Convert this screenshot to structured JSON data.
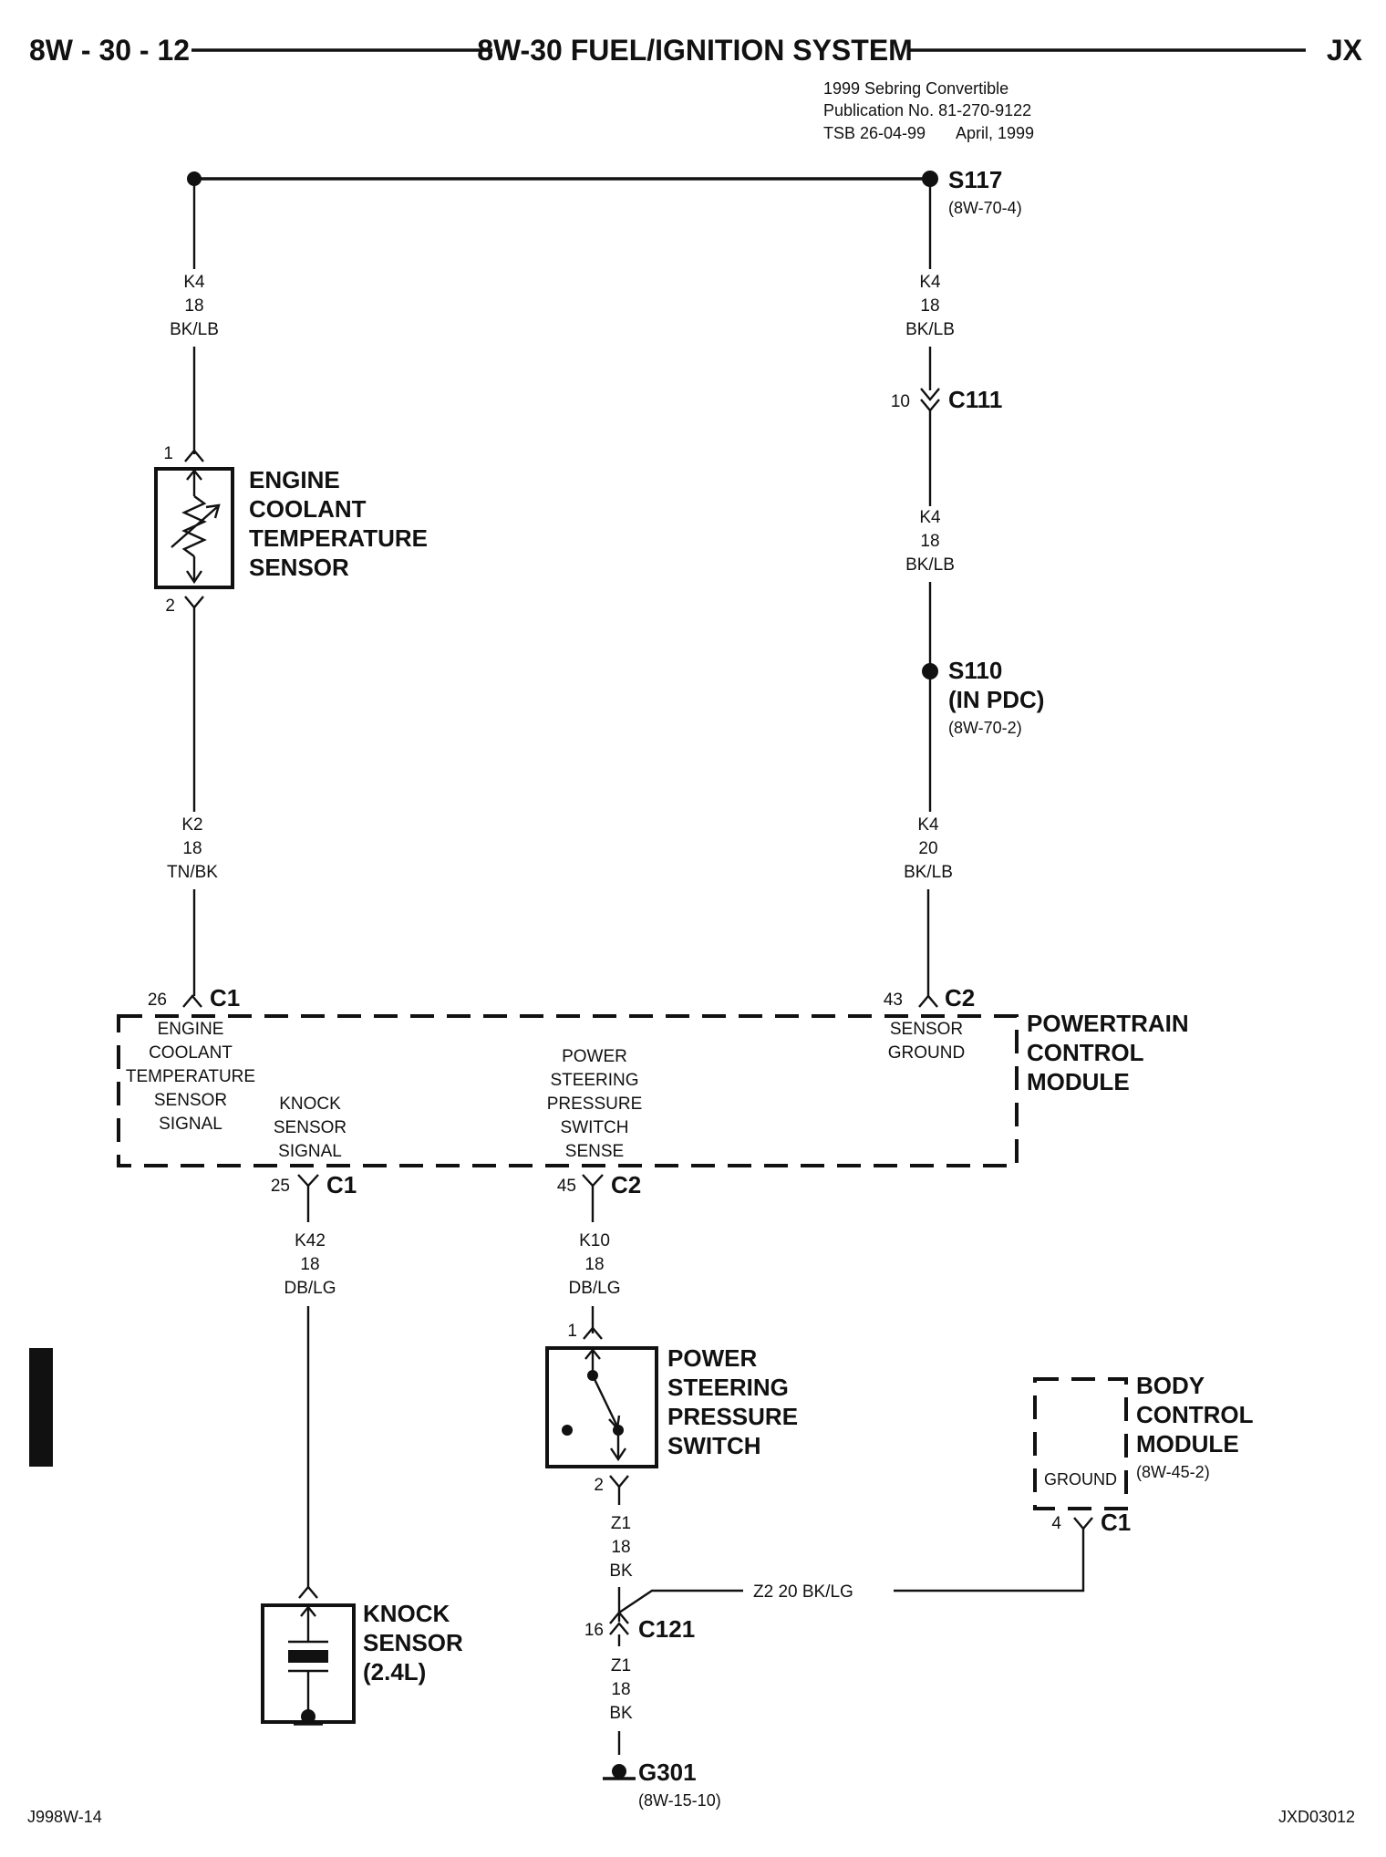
{
  "header": {
    "page_code": "8W - 30 - 12",
    "title": "8W-30 FUEL/IGNITION SYSTEM",
    "model": "JX"
  },
  "publication": {
    "line1": "1999 Sebring Convertible",
    "line2": "Publication No. 81-270-9122",
    "tsb": "TSB 26-04-99",
    "date": "April, 1999"
  },
  "splices": {
    "s117": {
      "name": "S117",
      "ref": "(8W-70-4)"
    },
    "s110": {
      "name": "S110",
      "loc": "(IN PDC)",
      "ref": "(8W-70-2)"
    }
  },
  "wires": {
    "k4_top_left": {
      "circuit": "K4",
      "gauge": "18",
      "color": "BK/LB"
    },
    "k4_top_right": {
      "circuit": "K4",
      "gauge": "18",
      "color": "BK/LB"
    },
    "k4_mid_right": {
      "circuit": "K4",
      "gauge": "18",
      "color": "BK/LB"
    },
    "k4_low_right": {
      "circuit": "K4",
      "gauge": "20",
      "color": "BK/LB"
    },
    "k2": {
      "circuit": "K2",
      "gauge": "18",
      "color": "TN/BK"
    },
    "k42": {
      "circuit": "K42",
      "gauge": "18",
      "color": "DB/LG"
    },
    "k10": {
      "circuit": "K10",
      "gauge": "18",
      "color": "DB/LG"
    },
    "z1_top": {
      "circuit": "Z1",
      "gauge": "18",
      "color": "BK"
    },
    "z1_bottom": {
      "circuit": "Z1",
      "gauge": "18",
      "color": "BK"
    },
    "z2": {
      "label": "Z2   20 BK/LG"
    }
  },
  "connectors": {
    "c111": {
      "pin": "10",
      "name": "C111"
    },
    "ects_pin1": {
      "pin": "1"
    },
    "ects_pin2": {
      "pin": "2"
    },
    "pcm_c1_26": {
      "pin": "26",
      "name": "C1"
    },
    "pcm_c2_43": {
      "pin": "43",
      "name": "C2"
    },
    "pcm_c1_25": {
      "pin": "25",
      "name": "C1"
    },
    "pcm_c2_45": {
      "pin": "45",
      "name": "C2"
    },
    "psps_pin1": {
      "pin": "1"
    },
    "psps_pin2": {
      "pin": "2"
    },
    "bcm_c1_4": {
      "pin": "4",
      "name": "C1"
    },
    "c121": {
      "pin": "16",
      "name": "C121"
    }
  },
  "components": {
    "ects": {
      "lines": [
        "ENGINE",
        "COOLANT",
        "TEMPERATURE",
        "SENSOR"
      ]
    },
    "pcm": {
      "lines": [
        "POWERTRAIN",
        "CONTROL",
        "MODULE"
      ],
      "ects_signal": [
        "ENGINE",
        "COOLANT",
        "TEMPERATURE",
        "SENSOR",
        "SIGNAL"
      ],
      "knock_signal": [
        "KNOCK",
        "SENSOR",
        "SIGNAL"
      ],
      "psps_sense": [
        "POWER",
        "STEERING",
        "PRESSURE",
        "SWITCH",
        "SENSE"
      ],
      "sensor_ground": [
        "SENSOR",
        "GROUND"
      ]
    },
    "psps": {
      "lines": [
        "POWER",
        "STEERING",
        "PRESSURE",
        "SWITCH"
      ]
    },
    "bcm": {
      "lines": [
        "BODY",
        "CONTROL",
        "MODULE"
      ],
      "ref": "(8W-45-2)",
      "ground": "GROUND"
    },
    "knock_sensor": {
      "lines": [
        "KNOCK",
        "SENSOR",
        "(2.4L)"
      ]
    }
  },
  "ground": {
    "name": "G301",
    "ref": "(8W-15-10)"
  },
  "footer": {
    "left": "J998W-14",
    "right": "JXD03012"
  }
}
